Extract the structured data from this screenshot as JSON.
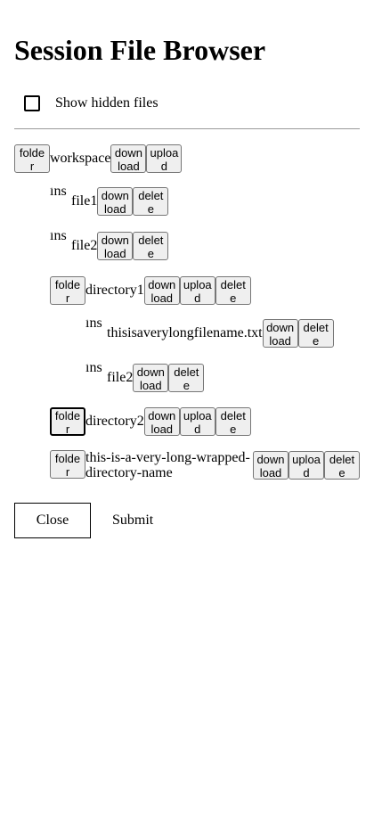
{
  "title": "Session File Browser",
  "show_hidden": {
    "label": "Show hidden files",
    "checked": false
  },
  "buttons": {
    "folder": "folder",
    "download": "download",
    "upload": "upload",
    "delete": "delete",
    "insert": "ins"
  },
  "tree": {
    "workspace": "workspace",
    "file1": "file1",
    "file2": "file2",
    "directory1": "directory1",
    "long_file": "thisisaverylongfilename.txt",
    "dir1_file2": "file2",
    "directory2": "directory2",
    "long_dir": "this-is-a-very-long-wrapped-directory-name"
  },
  "footer": {
    "close": "Close",
    "submit": "Submit"
  }
}
